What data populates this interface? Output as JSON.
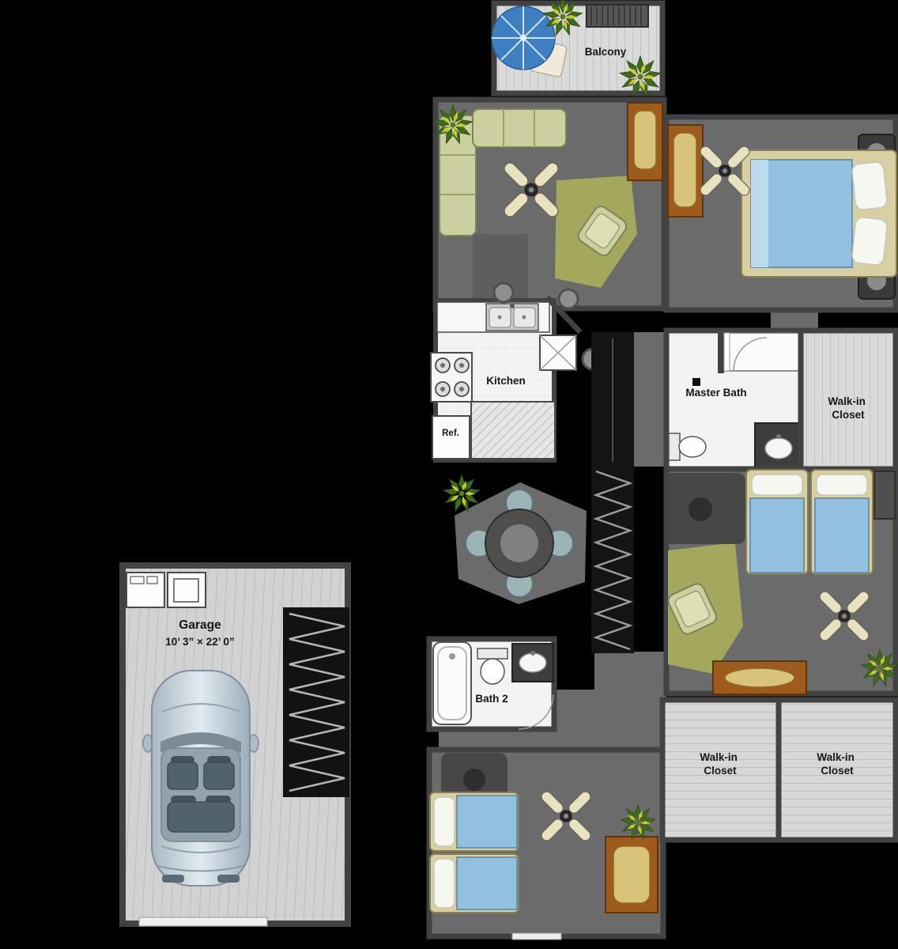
{
  "page": {
    "type": "apartment-floor-plan"
  },
  "labels": {
    "balcony": "Balcony",
    "kitchen": "Kitchen",
    "refrigerator": "Ref.",
    "master_bath": "Master Bath",
    "master_walkin": {
      "line1": "Walk-in",
      "line2": "Closet"
    },
    "bath2": "Bath 2",
    "walkin_left": {
      "line1": "Walk-in",
      "line2": "Closet"
    },
    "walkin_right": {
      "line1": "Walk-in",
      "line2": "Closet"
    },
    "garage": {
      "name": "Garage",
      "dimensions": "10’ 3” × 22’ 0”"
    }
  },
  "colors": {
    "background": "#000000",
    "wall": "#424242",
    "carpet": "#6b6b6b",
    "wood_floor": "#d9d9d9",
    "tile_floor": "#f3f3f3",
    "mattress_blue": "#92c0de",
    "sofa_green": "#ccd0a0",
    "accent_olive": "#a3a85c",
    "cabinet_brown": "#9e5b1c",
    "cabinet_tan": "#d9c27a",
    "fan_blade_cream": "#e9e2c0",
    "plant_green": "#3f6b1f",
    "umbrella_blue": "#3e7fc4",
    "car_silver_blue": "#c3d0d9"
  }
}
